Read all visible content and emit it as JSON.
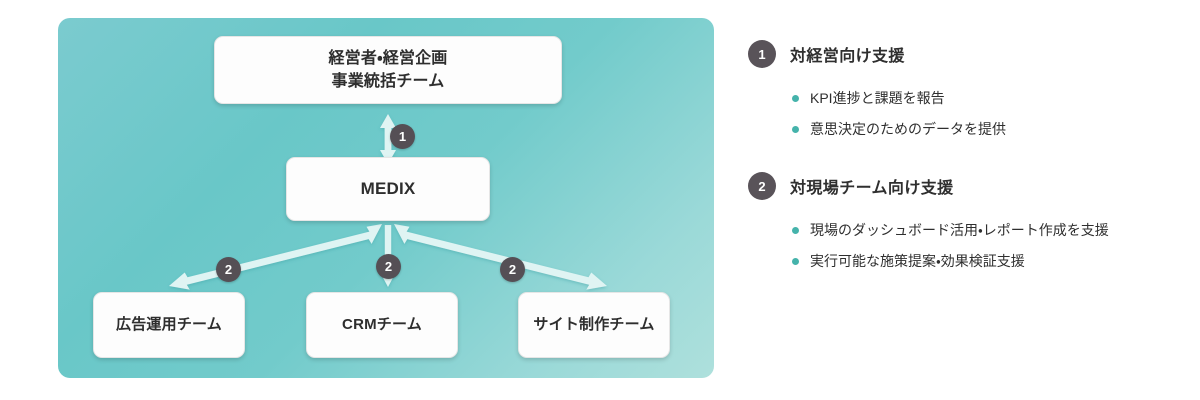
{
  "colors": {
    "panel_gradient_start": "#7bcbcf",
    "panel_gradient_end": "#aee0dc",
    "badge_dark": "#554f55",
    "bullet_teal": "#45b3ab",
    "node_bg": "#fdfdfd",
    "text_dark": "#2f2f2f",
    "arrow_white": "#ddf3f2"
  },
  "diagram": {
    "nodes": {
      "exec": {
        "line1": "経営者・経営企画",
        "line2": "事業統括チーム"
      },
      "medix": {
        "label": "MEDIX"
      },
      "ads": {
        "label": "広告運用チーム"
      },
      "crm": {
        "label": "CRMチーム"
      },
      "site": {
        "label": "サイト制作チーム"
      }
    },
    "badges": {
      "exec_medix": "1",
      "medix_ads": "2",
      "medix_crm": "2",
      "medix_site": "2"
    }
  },
  "info": {
    "sections": [
      {
        "number": "1",
        "title": "対経営向け支援",
        "bullets": [
          "KPI進捗と課題を報告",
          "意思決定のためのデータを提供"
        ]
      },
      {
        "number": "2",
        "title": "対現場チーム向け支援",
        "bullets": [
          "現場のダッシュボード活用・レポート作成を支援",
          "実行可能な施策提案・効果検証支援"
        ]
      }
    ]
  }
}
